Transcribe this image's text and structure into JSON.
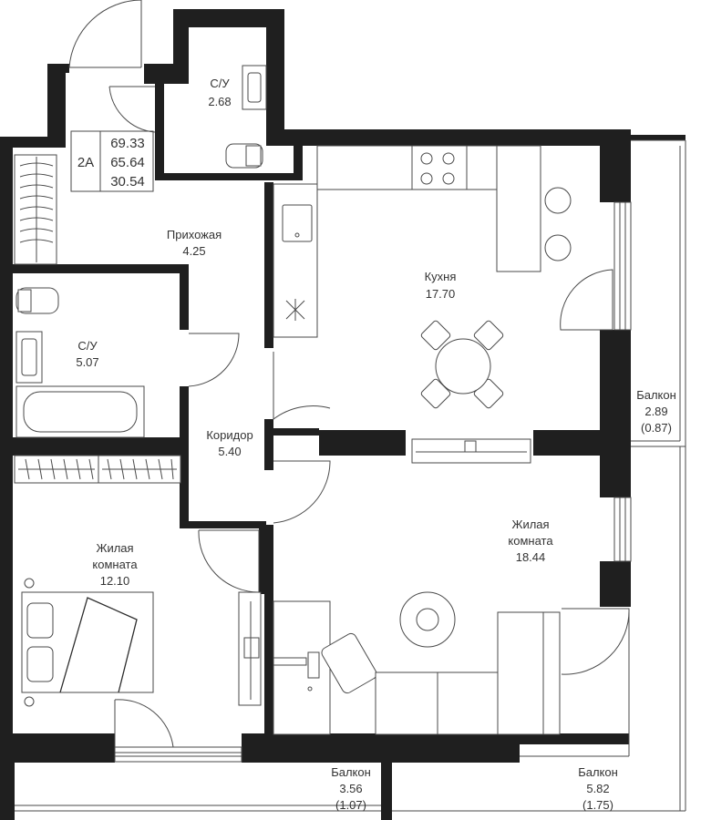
{
  "apartment": {
    "type": "2А",
    "areas": [
      "69.33",
      "65.64",
      "30.54"
    ]
  },
  "rooms": [
    {
      "id": "bath-upper",
      "name": "С/У",
      "area": "2.68"
    },
    {
      "id": "hall",
      "name": "Прихожая",
      "area": "4.25"
    },
    {
      "id": "kitchen",
      "name": "Кухня",
      "area": "17.70"
    },
    {
      "id": "bath-lower",
      "name": "С/У",
      "area": "5.07"
    },
    {
      "id": "corridor",
      "name": "Коридор",
      "area": "5.40"
    },
    {
      "id": "bedroom",
      "name_line1": "Жилая",
      "name_line2": "комната",
      "area": "12.10"
    },
    {
      "id": "living",
      "name_line1": "Жилая",
      "name_line2": "комната",
      "area": "18.44"
    }
  ],
  "balconies": [
    {
      "id": "balcony-right",
      "name": "Балкон",
      "area": "2.89",
      "reduced": "(0.87)"
    },
    {
      "id": "balcony-bottom-left",
      "name": "Балкон",
      "area": "3.56",
      "reduced": "(1.07)"
    },
    {
      "id": "balcony-bottom-right",
      "name": "Балкон",
      "area": "5.82",
      "reduced": "(1.75)"
    }
  ]
}
